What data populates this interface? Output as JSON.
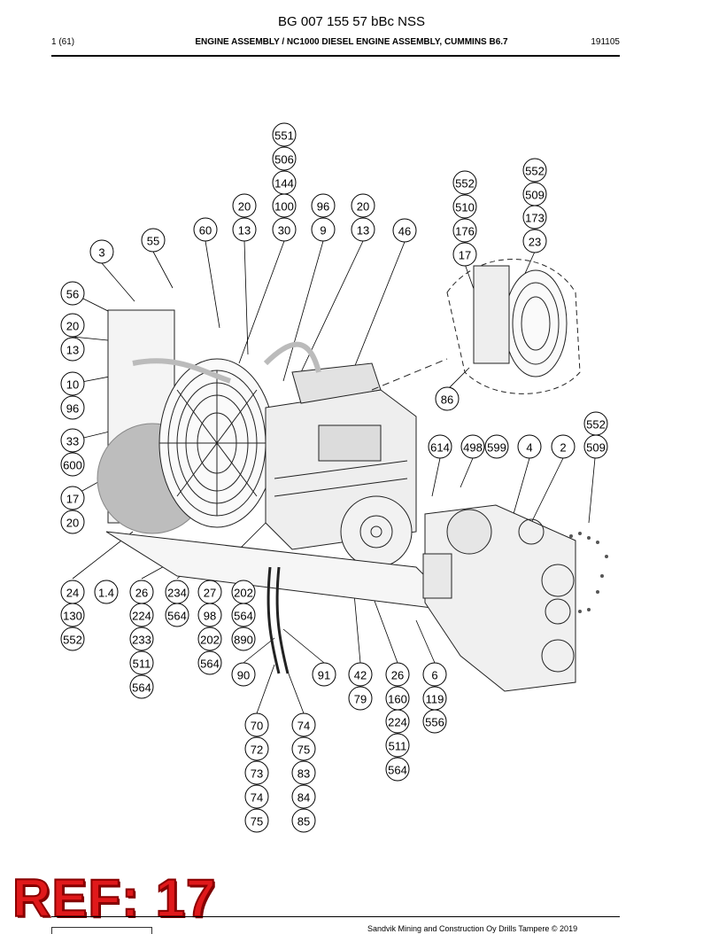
{
  "header": {
    "doc_number": "BG 007 155 57 bBc NSS",
    "page": "1 (61)",
    "section_title": "ENGINE ASSEMBLY / NC1000 DIESEL ENGINE ASSEMBLY, CUMMINS B6.7",
    "date": "191105"
  },
  "footer": {
    "stamp": "REF: 17",
    "copyright": "Sandvik Mining and Construction Oy Drills Tampere © 2019"
  },
  "callouts": [
    "551",
    "506",
    "144",
    "100",
    "30",
    "20",
    "13",
    "96",
    "9",
    "20",
    "13",
    "46",
    "60",
    "55",
    "3",
    "552",
    "510",
    "176",
    "17",
    "552",
    "509",
    "173",
    "23",
    "56",
    "20",
    "13",
    "10",
    "96",
    "33",
    "600",
    "17",
    "20",
    "86",
    "552",
    "509",
    "614",
    "498",
    "599",
    "4",
    "2",
    "24",
    "130",
    "552",
    "1.4",
    "26",
    "224",
    "233",
    "511",
    "564",
    "234",
    "564",
    "27",
    "98",
    "202",
    "564",
    "202",
    "564",
    "890",
    "90",
    "91",
    "42",
    "79",
    "26",
    "160",
    "224",
    "511",
    "564",
    "6",
    "119",
    "556",
    "70",
    "72",
    "73",
    "74",
    "75",
    "74",
    "75",
    "83",
    "84",
    "85"
  ]
}
